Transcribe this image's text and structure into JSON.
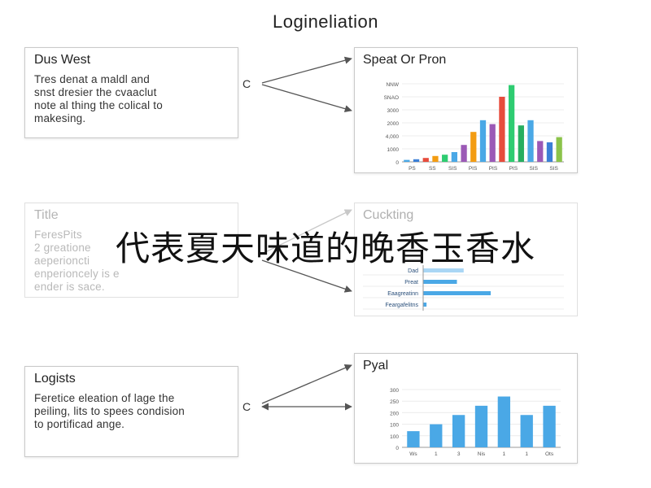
{
  "title": "Logineliation",
  "connector_label": "C",
  "overlay_text": "代表夏天味道的晚香玉香水",
  "colors": {
    "border": "#c9c9c9",
    "arrow": "#555555",
    "blue": "#4aa8e6",
    "text": "#222222"
  },
  "rows": [
    {
      "box": {
        "title": "Dus West",
        "body": "Tres denat a maldl and\nsnst dresier the cvaaclut\nnote al thing the colical to\nmakesing."
      },
      "chart": {
        "title": "Speat Or Pron",
        "chart_data": {
          "type": "bar",
          "ylabel": "",
          "yticks": [
            "NNW",
            "SNAO",
            "3000",
            "2000",
            "4,000",
            "1000",
            "0"
          ],
          "ylim": [
            0,
            6
          ],
          "categories": [
            "PS",
            "SS",
            "SIS",
            "PIS",
            "PIS",
            "PIS",
            "SIS",
            "SIS"
          ],
          "bars": [
            {
              "value": 0.15,
              "color": "#4aa8e6"
            },
            {
              "value": 0.2,
              "color": "#3b7fd6"
            },
            {
              "value": 0.3,
              "color": "#e74c3c"
            },
            {
              "value": 0.45,
              "color": "#f39c12"
            },
            {
              "value": 0.55,
              "color": "#2ecc71"
            },
            {
              "value": 0.75,
              "color": "#4aa8e6"
            },
            {
              "value": 1.3,
              "color": "#9b59b6"
            },
            {
              "value": 2.3,
              "color": "#f39c12"
            },
            {
              "value": 3.2,
              "color": "#4aa8e6"
            },
            {
              "value": 2.9,
              "color": "#9b59b6"
            },
            {
              "value": 5.0,
              "color": "#e74c3c"
            },
            {
              "value": 5.9,
              "color": "#2ecc71"
            },
            {
              "value": 2.8,
              "color": "#27ae60"
            },
            {
              "value": 3.2,
              "color": "#4aa8e6"
            },
            {
              "value": 1.6,
              "color": "#9b59b6"
            },
            {
              "value": 1.5,
              "color": "#3b7fd6"
            },
            {
              "value": 1.9,
              "color": "#8bc34a"
            }
          ]
        }
      }
    },
    {
      "box": {
        "title": "Title",
        "body": "FeresPits\n2 greatione\naeperioncti\nenperioncely is e\nender is sace."
      },
      "chart": {
        "title": "Cuckting",
        "chart_data": {
          "type": "bar",
          "orientation": "horizontal",
          "categories": [
            "Dad",
            "Preat",
            "Eaagreatinn",
            "Feargafelitns"
          ],
          "values": [
            0.6,
            0.5,
            1.0,
            0.05
          ],
          "xlim": [
            0,
            1
          ]
        }
      }
    },
    {
      "box": {
        "title": "Logists",
        "body": "Feretice eleation of lage the\npeiling, lits to spees condision\nto portificad ange."
      },
      "chart": {
        "title": "Pyal",
        "chart_data": {
          "type": "bar",
          "ylabel": "",
          "yticks": [
            "300",
            "250",
            "200",
            "100",
            "100",
            "0"
          ],
          "ylim": [
            0,
            5
          ],
          "categories": [
            "Ws",
            "1",
            "3",
            "Nis",
            "1",
            "1",
            "Ots"
          ],
          "values": [
            1.4,
            2.0,
            2.8,
            3.6,
            4.4,
            2.8,
            3.6
          ]
        }
      }
    }
  ]
}
